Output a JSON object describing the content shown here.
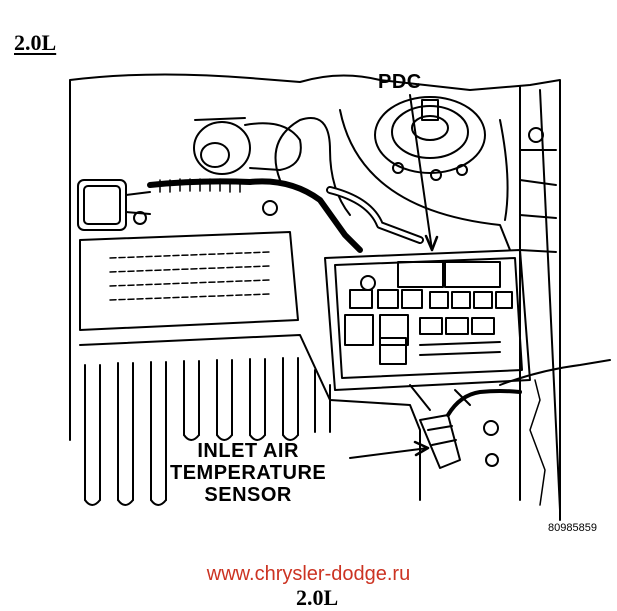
{
  "title": "2.0L",
  "labels": {
    "pdc": "PDC",
    "sensor_line1": "INLET AIR",
    "sensor_line2": "TEMPERATURE",
    "sensor_line3": "SENSOR"
  },
  "figure_number": "80985859",
  "website": "www.chrysler-dodge.ru",
  "cropped_caption": "2.0L",
  "colors": {
    "ink": "#000000",
    "watermark": "#cc3322",
    "paper": "#ffffff"
  }
}
